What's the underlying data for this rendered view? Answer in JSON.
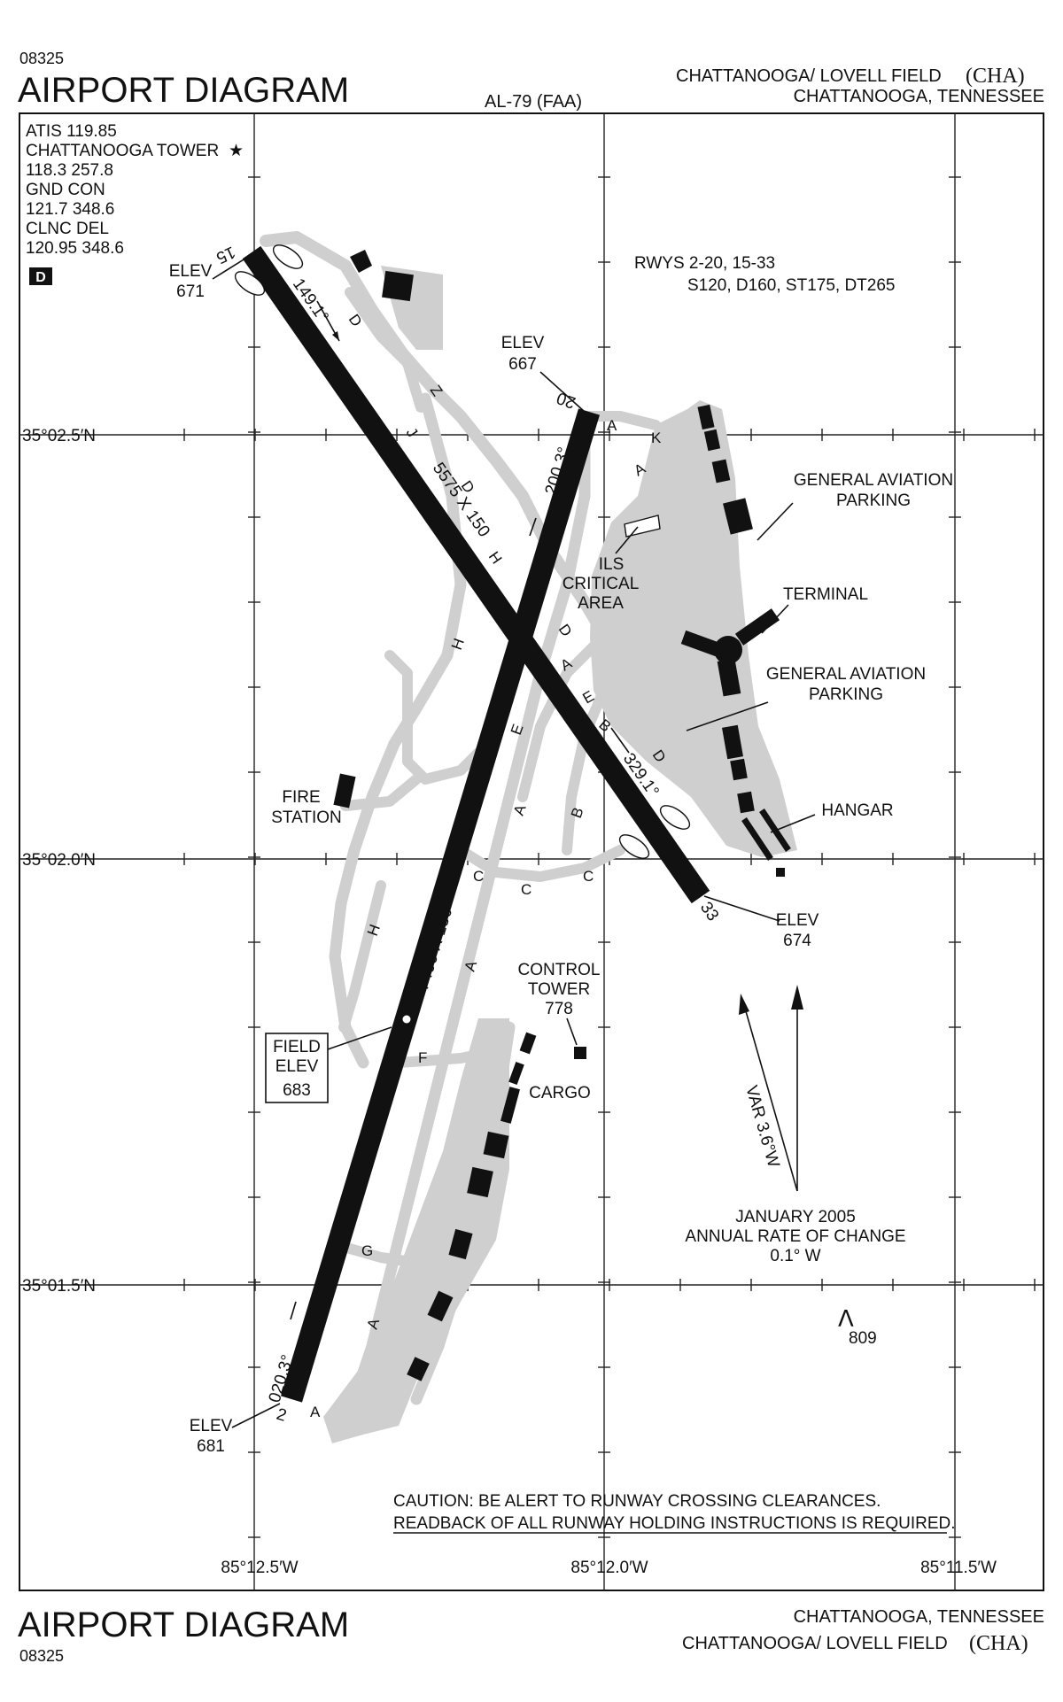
{
  "header": {
    "code": "08325",
    "title": "AIRPORT DIAGRAM",
    "chart_id": "AL-79 (FAA)",
    "airport": "CHATTANOOGA/ LOVELL FIELD",
    "airport_id": "(CHA)",
    "city": "CHATTANOOGA, TENNESSEE"
  },
  "footer": {
    "title": "AIRPORT DIAGRAM",
    "code": "08325",
    "city": "CHATTANOOGA, TENNESSEE",
    "airport": "CHATTANOOGA/ LOVELL FIELD",
    "airport_id": "(CHA)"
  },
  "frequencies": [
    "ATIS 119.85",
    "CHATTANOOGA TOWER",
    "118.3  257.8",
    "GND CON",
    "121.7  348.6",
    "CLNC DEL",
    "120.95  348.6"
  ],
  "tower_star": "★",
  "atis_code": "D",
  "runway_strength": {
    "line1": "RWYS 2-20, 15-33",
    "line2": "S120, D160, ST175, DT265"
  },
  "latitudes": [
    "35°02.5′N",
    "35°02.0′N",
    "35°01.5′N"
  ],
  "longitudes": [
    "85°12.5′W",
    "85°12.0′W",
    "85°11.5′W"
  ],
  "runways": {
    "rwy_2_20": {
      "dims": "7400 X 150",
      "hdg_2": "020.3°",
      "hdg_20": "200.3°",
      "end_2": "2",
      "end_20": "20"
    },
    "rwy_15_33": {
      "dims": "5575 X 150",
      "hdg_15": "149.1°",
      "hdg_33": "329.1°",
      "end_15": "15",
      "end_33": "33"
    }
  },
  "elevations": {
    "e15": {
      "label": "ELEV",
      "value": "671"
    },
    "e20": {
      "label": "ELEV",
      "value": "667"
    },
    "e33": {
      "label": "ELEV",
      "value": "674"
    },
    "e2": {
      "label": "ELEV",
      "value": "681"
    }
  },
  "field_elev": {
    "l1": "FIELD",
    "l2": "ELEV",
    "value": "683"
  },
  "labels": {
    "ga_parking_1": [
      "GENERAL AVIATION",
      "PARKING"
    ],
    "terminal": "TERMINAL",
    "ga_parking_2": [
      "GENERAL AVIATION",
      "PARKING"
    ],
    "hangar": "HANGAR",
    "fire_station": [
      "FIRE",
      "STATION"
    ],
    "control_tower": [
      "CONTROL",
      "TOWER",
      "778"
    ],
    "cargo": "CARGO",
    "ils": [
      "ILS",
      "CRITICAL",
      "AREA"
    ]
  },
  "variation": {
    "label": "VAR 3.6°W",
    "l1": "JANUARY 2005",
    "l2": "ANNUAL RATE OF CHANGE",
    "l3": "0.1° W"
  },
  "obstacle": {
    "symbol": "Λ",
    "value": "809"
  },
  "caution": {
    "l1": "CAUTION: BE ALERT TO RUNWAY CROSSING CLEARANCES.",
    "l2": "READBACK OF ALL RUNWAY HOLDING INSTRUCTIONS IS REQUIRED."
  },
  "taxiway_letters": {
    "d1": "D",
    "z": "Z",
    "j": "J",
    "d2": "D",
    "h1": "H",
    "h2": "H",
    "d3": "D",
    "a1": "A",
    "e1": "E",
    "e2": "E",
    "b1": "B",
    "d4": "D",
    "b2": "B",
    "a2": "A",
    "c1": "C",
    "c2": "C",
    "c3": "C",
    "h3": "H",
    "a3": "A",
    "f": "F",
    "g": "G",
    "a4": "A",
    "a5": "A",
    "a6": "A",
    "k": "K",
    "a7": "A"
  }
}
